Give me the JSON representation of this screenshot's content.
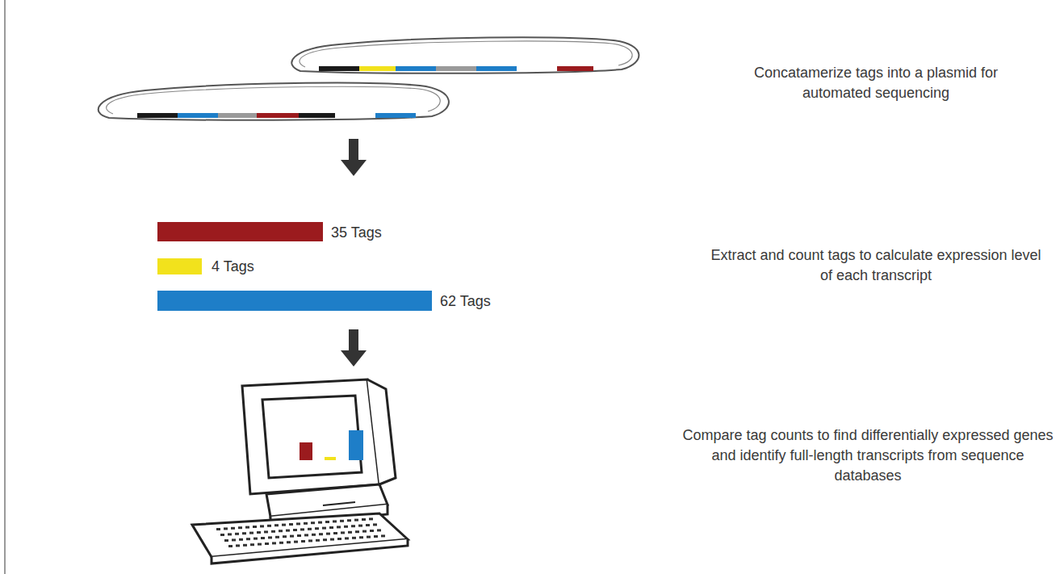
{
  "diagram": {
    "labels": [
      "Concatamerize tags into a plasmid for automated sequencing",
      "35 Tags",
      "4 Tags",
      "62 Tags",
      "Extract and count tags to calculate expression level of each transcript",
      "Compare tag counts to find differentially expressed genes and identify full-length transcripts from sequence databases"
    ]
  }
}
